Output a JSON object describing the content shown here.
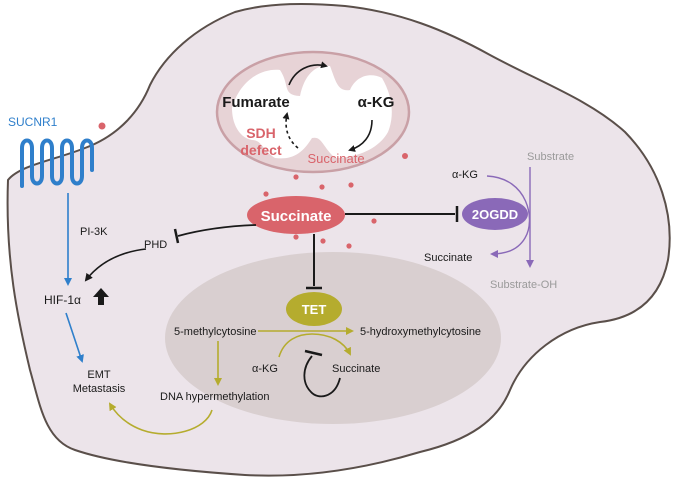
{
  "labels": {
    "sucnr1": "SUCNR1",
    "pi3k": "PI-3K",
    "phd": "PHD",
    "hif1a": "HIF-1α",
    "emt": "EMT",
    "metastasis": "Metastasis",
    "fumarate": "Fumarate",
    "akg_mito": "α-KG",
    "sdh_line1": "SDH",
    "sdh_line2": "defect",
    "succinate_mito": "Succinate",
    "succinate_main": "Succinate",
    "ogdd": "2OGDD",
    "akg_ogdd": "α-KG",
    "succinate_ogdd": "Succinate",
    "substrate": "Substrate",
    "substrate_oh": "Substrate-OH",
    "tet": "TET",
    "methylcytosine": "5-methylcytosine",
    "hydroxymethylcytosine": "5-hydroxymethylcytosine",
    "akg_tet": "α-KG",
    "succinate_tet": "Succinate",
    "dna_hyper": "DNA hypermethylation"
  },
  "colors": {
    "cell_fill": "#ece4ea",
    "cell_stroke": "#5a4f4a",
    "nucleus_fill": "#d9cfd0",
    "mito_fill": "#e7d3d6",
    "mito_stroke": "#c9a0a6",
    "succinate_red": "#d9646b",
    "receptor_blue": "#2f7fcb",
    "ogdd_purple": "#8a69b8",
    "tet_olive": "#b5ac2e",
    "substrate_gray": "#9a9a9a"
  }
}
